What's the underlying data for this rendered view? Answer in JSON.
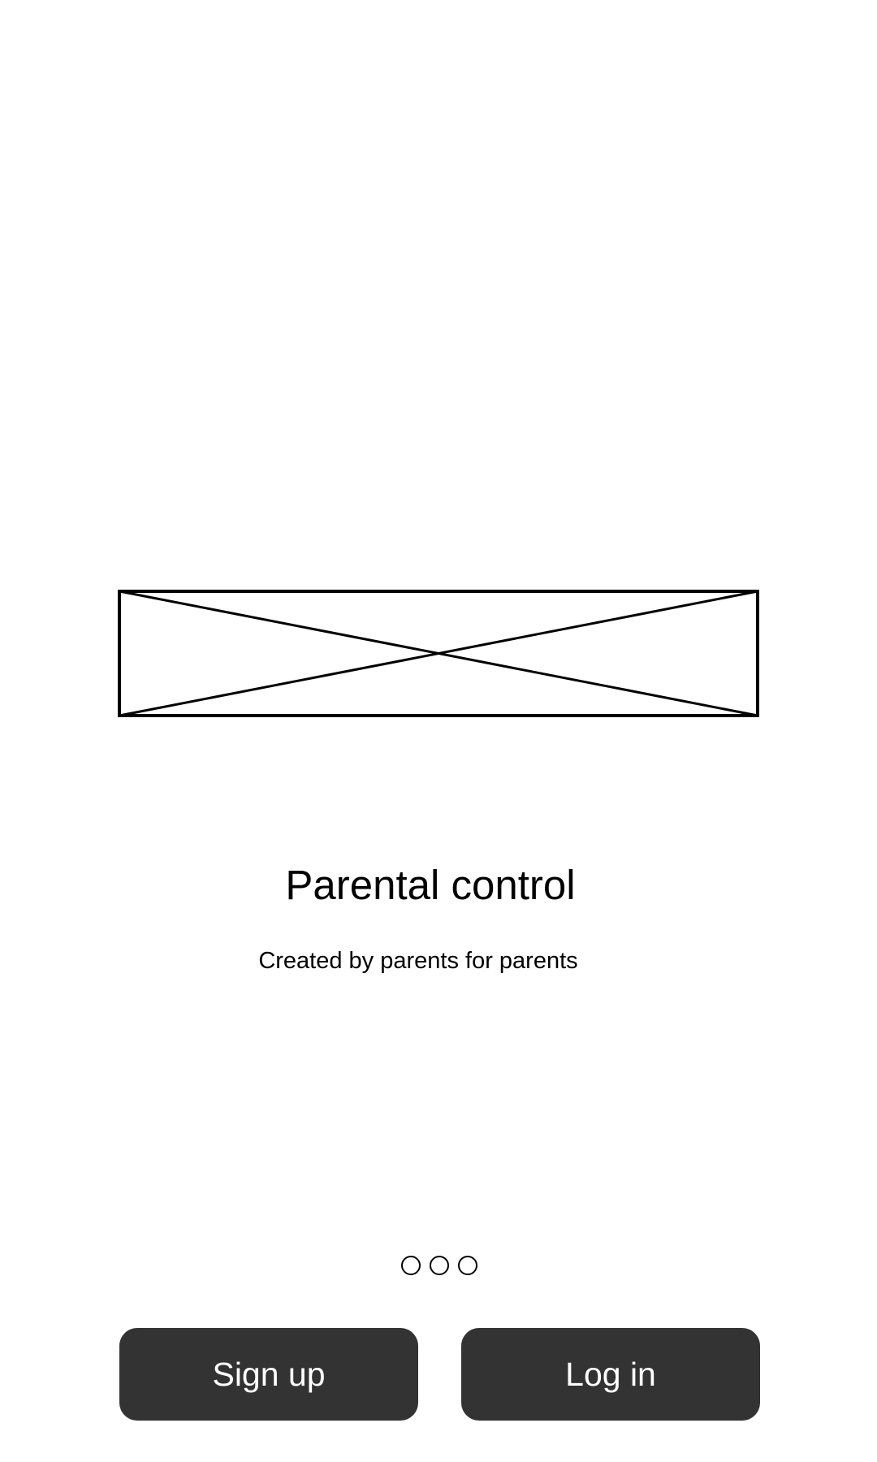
{
  "welcome": {
    "title": "Parental control",
    "subtitle": "Created by parents for parents"
  },
  "carousel": {
    "page_count": 3
  },
  "actions": {
    "signup_label": "Sign up",
    "login_label": "Log in"
  },
  "colors": {
    "button_bg": "#333333",
    "button_text": "#ffffff",
    "background": "#ffffff"
  }
}
